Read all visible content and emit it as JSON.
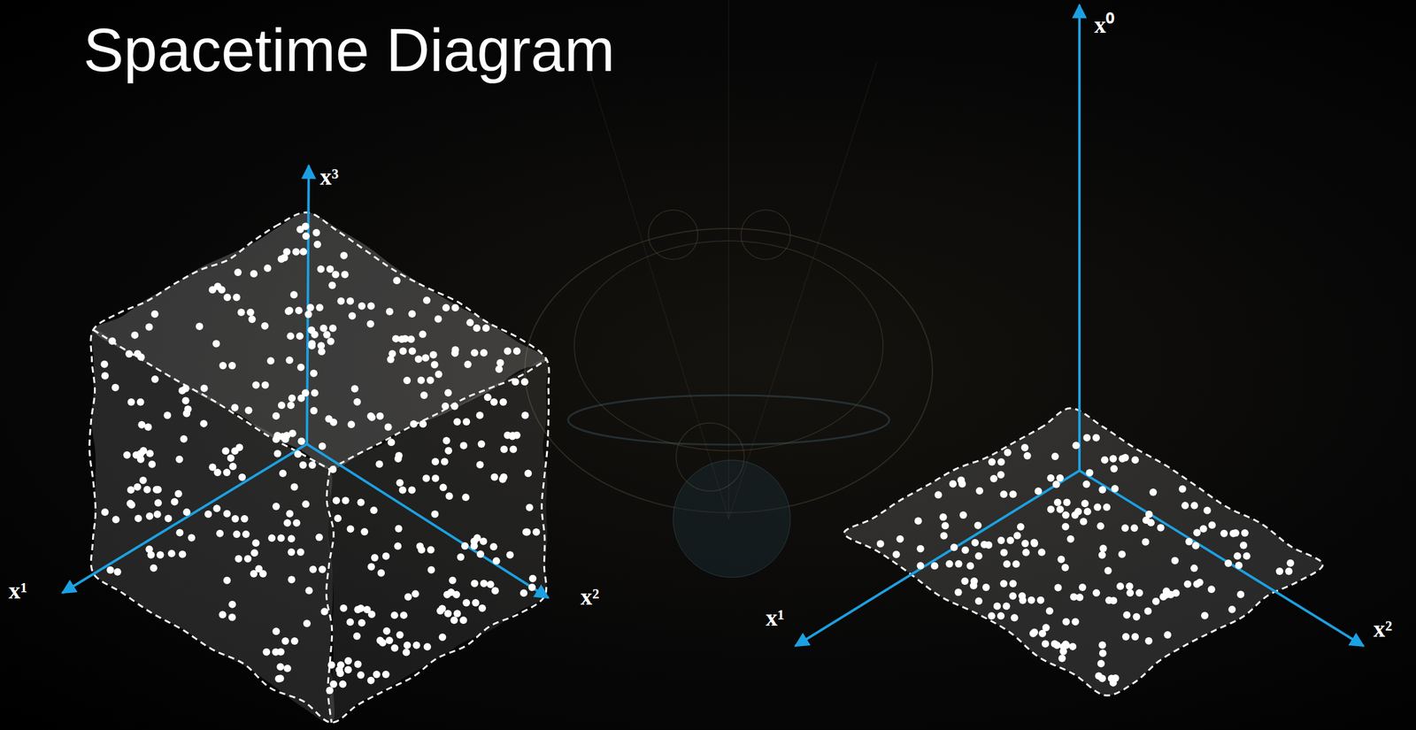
{
  "diagram": {
    "title": "Spacetime Diagram",
    "labels": [
      "x³",
      "x¹",
      "x²",
      "x⁰",
      "x¹",
      "x²"
    ]
  }
}
